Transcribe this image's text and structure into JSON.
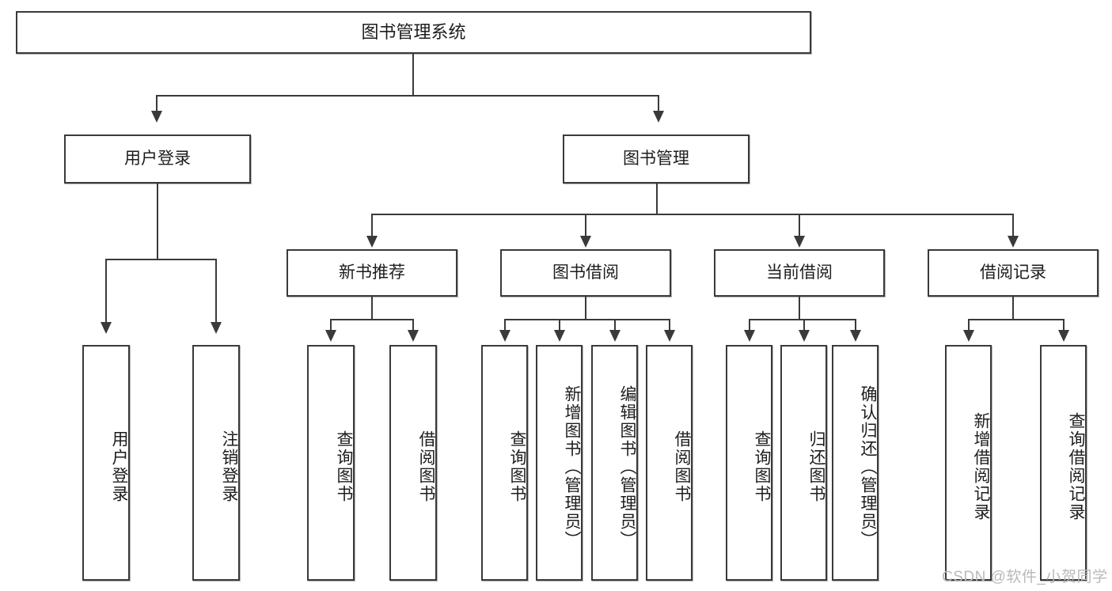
{
  "diagram": {
    "title": "图书管理系统",
    "type": "functional-structure-tree",
    "levels": 4,
    "root": {
      "label": "图书管理系统"
    },
    "level2": [
      {
        "label": "用户登录"
      },
      {
        "label": "图书管理"
      }
    ],
    "level3": [
      {
        "label": "新书推荐",
        "parent": "图书管理"
      },
      {
        "label": "图书借阅",
        "parent": "图书管理"
      },
      {
        "label": "当前借阅",
        "parent": "图书管理"
      },
      {
        "label": "借阅记录",
        "parent": "图书管理"
      }
    ],
    "leaves": {
      "user_login": [
        {
          "label": "用户登录"
        },
        {
          "label": "注销登录"
        }
      ],
      "new_book_recommend": [
        {
          "label": "查询图书"
        },
        {
          "label": "借阅图书"
        }
      ],
      "book_borrow": [
        {
          "label": "查询图书"
        },
        {
          "label": "新增图书（管理员）"
        },
        {
          "label": "编辑图书（管理员）"
        },
        {
          "label": "借阅图书"
        }
      ],
      "current_borrow": [
        {
          "label": "查询图书"
        },
        {
          "label": "归还图书"
        },
        {
          "label": "确认归还（管理员）"
        }
      ],
      "borrow_record": [
        {
          "label": "新增借阅记录"
        },
        {
          "label": "查询借阅记录"
        }
      ]
    },
    "watermark": "CSDN @软件_小贺同学",
    "colors": {
      "stroke": "#3a3a3a",
      "background": "#ffffff",
      "text": "#1d1d1d",
      "watermark": "#b9b9b9"
    }
  }
}
